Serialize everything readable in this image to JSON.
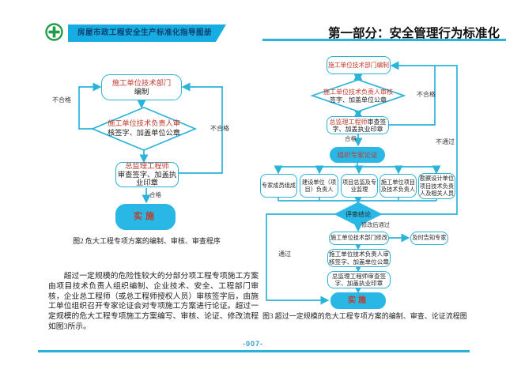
{
  "colors": {
    "accent_cyan": "#2bb3d9",
    "node_fill_cyan": "#29b8e5",
    "red_text": "#c0392b",
    "banner_blue": "#17ade3",
    "logo_green": "#1f9c44",
    "underline_cyan": "#2cb3dc",
    "page_number_blue": "#2898cc"
  },
  "header": {
    "booklet_title": "房屋市政工程安全生产标准化指导图册",
    "section_title": "第一部分：安全管理行为标准化",
    "logo": "green-safety-cross-logo"
  },
  "fig2": {
    "compile_unit": "施工单位技术部门",
    "compile_action": "编制",
    "review_line1": "施工单位技术负责人审",
    "review_line2": "核签字、加盖单位公章",
    "examine_unit": "总监理工程师",
    "examine_action": "审查签字、加盖执业印章",
    "pass_label": "合格",
    "fail_left": "不合格",
    "fail_right": "不合格",
    "implement": "实施",
    "caption": "图2 危大工程专项方案的编制、审核、审查程序"
  },
  "fig3": {
    "compile": "施工单位技术部门编制",
    "review_line1": "施工单位技术负责人审核",
    "review_line2": "签字、加盖单位公章",
    "examine_unit": "总监理工程师",
    "examine_action": "审查签字、加盖执业印章",
    "pass_label": "合格",
    "fail_label": "不合格",
    "not_pass_label": "不通过",
    "pass_through_label": "通过",
    "modified_pass_label": "修改后通过",
    "organize": "组织专家论证",
    "participants": [
      "专家成员组成",
      "建设单位（项目）负责人",
      "项目总监及专业监理",
      "施工单位项目及技术负责人",
      "勘察设计单位项目技术负责人及相关人员"
    ],
    "conclusion": "评审结论",
    "modify": "施工单位技术部门修改",
    "notify": "及时告知专家",
    "recheck_line1": "施工单位技术负责人审",
    "recheck_line2": "核签字、加盖单位公章",
    "reexam_line1": "总监理工程师审查签",
    "reexam_line2": "字、加盖执业印章",
    "implement": "实施",
    "caption": "图3 超过一定规模的危大工程专项方案的编制、审查、论证流程图"
  },
  "paragraph": {
    "text": "超过一定规模的危险性较大的分部分项工程专项施工方案由项目技术负责人组织编制、企业技术、安全、工程部门审核，企业总工程师（或总工程师授权人员）审核签字后，由施工单位组织召开专家论证会对专项施工方案进行论证。超过一定规模的危大工程专项施工方案编写、审核、论证、修改流程如图3所示。"
  },
  "footer": {
    "page_number": "-007-"
  }
}
